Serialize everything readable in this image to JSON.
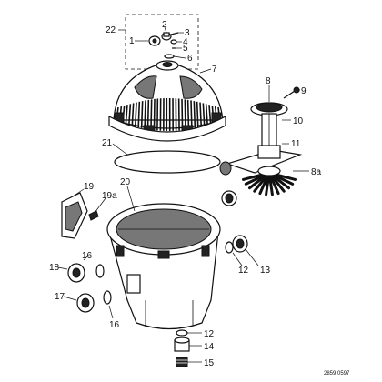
{
  "callouts": [
    {
      "id": "1",
      "text": "1"
    },
    {
      "id": "2",
      "text": "2"
    },
    {
      "id": "3",
      "text": "3"
    },
    {
      "id": "4",
      "text": "4"
    },
    {
      "id": "5",
      "text": "5"
    },
    {
      "id": "6",
      "text": "6"
    },
    {
      "id": "7",
      "text": "7"
    },
    {
      "id": "8",
      "text": "8"
    },
    {
      "id": "8a",
      "text": "8a"
    },
    {
      "id": "9",
      "text": "9"
    },
    {
      "id": "10",
      "text": "10"
    },
    {
      "id": "11",
      "text": "11"
    },
    {
      "id": "12a",
      "text": "12"
    },
    {
      "id": "12b",
      "text": "12"
    },
    {
      "id": "13",
      "text": "13"
    },
    {
      "id": "14",
      "text": "14"
    },
    {
      "id": "15",
      "text": "15"
    },
    {
      "id": "16a",
      "text": "16"
    },
    {
      "id": "16b",
      "text": "16"
    },
    {
      "id": "17",
      "text": "17"
    },
    {
      "id": "18",
      "text": "18"
    },
    {
      "id": "19",
      "text": "19"
    },
    {
      "id": "19a",
      "text": "19a"
    },
    {
      "id": "20",
      "text": "20"
    },
    {
      "id": "21",
      "text": "21"
    },
    {
      "id": "22",
      "text": "22"
    }
  ],
  "drawing_number": "2859 0597",
  "colors": {
    "line": "#111111",
    "shade": "#777777",
    "dark": "#222222",
    "paper": "#ffffff"
  }
}
